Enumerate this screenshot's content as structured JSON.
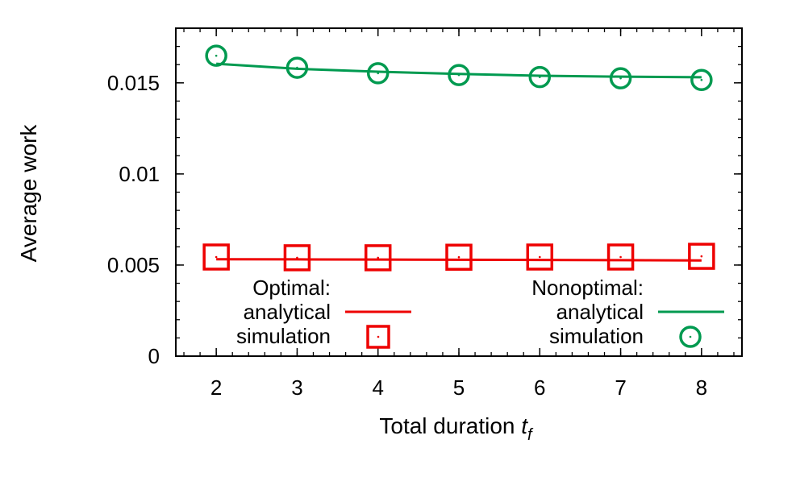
{
  "chart_data": {
    "type": "line",
    "title": "",
    "xlabel": "Total duration",
    "xlabel_sub": "t",
    "xlabel_subscript": "f",
    "ylabel": "Average work",
    "xlim": [
      1.5,
      8.5
    ],
    "ylim": [
      0,
      0.018
    ],
    "grid": false,
    "legend_placement": "bottom",
    "x_ticks": [
      "2",
      "3",
      "4",
      "5",
      "6",
      "7",
      "8"
    ],
    "y_ticks": [
      "0",
      "0.005",
      "0.01",
      "0.015"
    ],
    "x": [
      2,
      3,
      4,
      5,
      6,
      7,
      8
    ],
    "series": [
      {
        "group": "Optimal:",
        "name": "analytical",
        "style": "line",
        "color": "#ee0000",
        "values": [
          0.00532,
          0.00531,
          0.0053,
          0.00529,
          0.00528,
          0.00527,
          0.00525
        ]
      },
      {
        "group": "Optimal:",
        "name": "simulation",
        "style": "square",
        "color": "#ee0000",
        "values": [
          0.00544,
          0.0054,
          0.0054,
          0.00543,
          0.00544,
          0.00544,
          0.00548
        ]
      },
      {
        "group": "Nonoptimal:",
        "name": "analytical",
        "style": "line",
        "color": "#009a50",
        "values": [
          0.01605,
          0.01577,
          0.01561,
          0.01549,
          0.01539,
          0.01534,
          0.01531
        ]
      },
      {
        "group": "Nonoptimal:",
        "name": "simulation",
        "style": "circle",
        "color": "#009a50",
        "values": [
          0.01649,
          0.01583,
          0.01553,
          0.01543,
          0.01532,
          0.01525,
          0.01516
        ]
      }
    ],
    "legend": {
      "optimal_title": "Optimal:",
      "nonoptimal_title": "Nonoptimal:",
      "analytical": "analytical",
      "simulation": "simulation"
    }
  }
}
